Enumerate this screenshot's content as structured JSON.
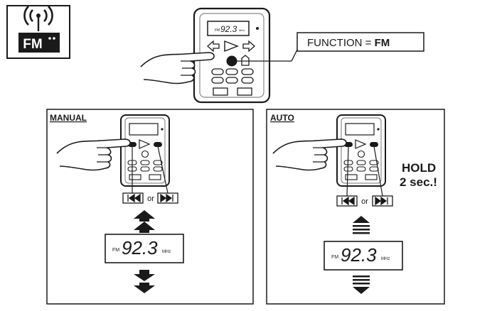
{
  "fm_icon": {
    "label": "FM",
    "icon": "radio-antenna-icon"
  },
  "top": {
    "display": {
      "band": "FM",
      "frequency": "92.3",
      "unit": "MHz"
    },
    "function_label": "FUNCTION = ",
    "function_value": "FM"
  },
  "manual": {
    "title": "MANUAL",
    "prev_icon": "previous-track-icon",
    "or_label": "or",
    "next_icon": "next-track-icon",
    "display": {
      "band": "FM",
      "frequency": "92.3",
      "unit": "MHz"
    }
  },
  "auto": {
    "title": "AUTO",
    "hold_line1": "HOLD",
    "hold_line2": "2 sec.!",
    "prev_icon": "previous-track-icon",
    "or_label": "or",
    "next_icon": "next-track-icon",
    "display": {
      "band": "FM",
      "frequency": "92.3",
      "unit": "MHz"
    }
  },
  "colors": {
    "ink": "#1a1a1a",
    "panel_fill": "#ffffff",
    "device_gray": "#cfcfcf"
  }
}
